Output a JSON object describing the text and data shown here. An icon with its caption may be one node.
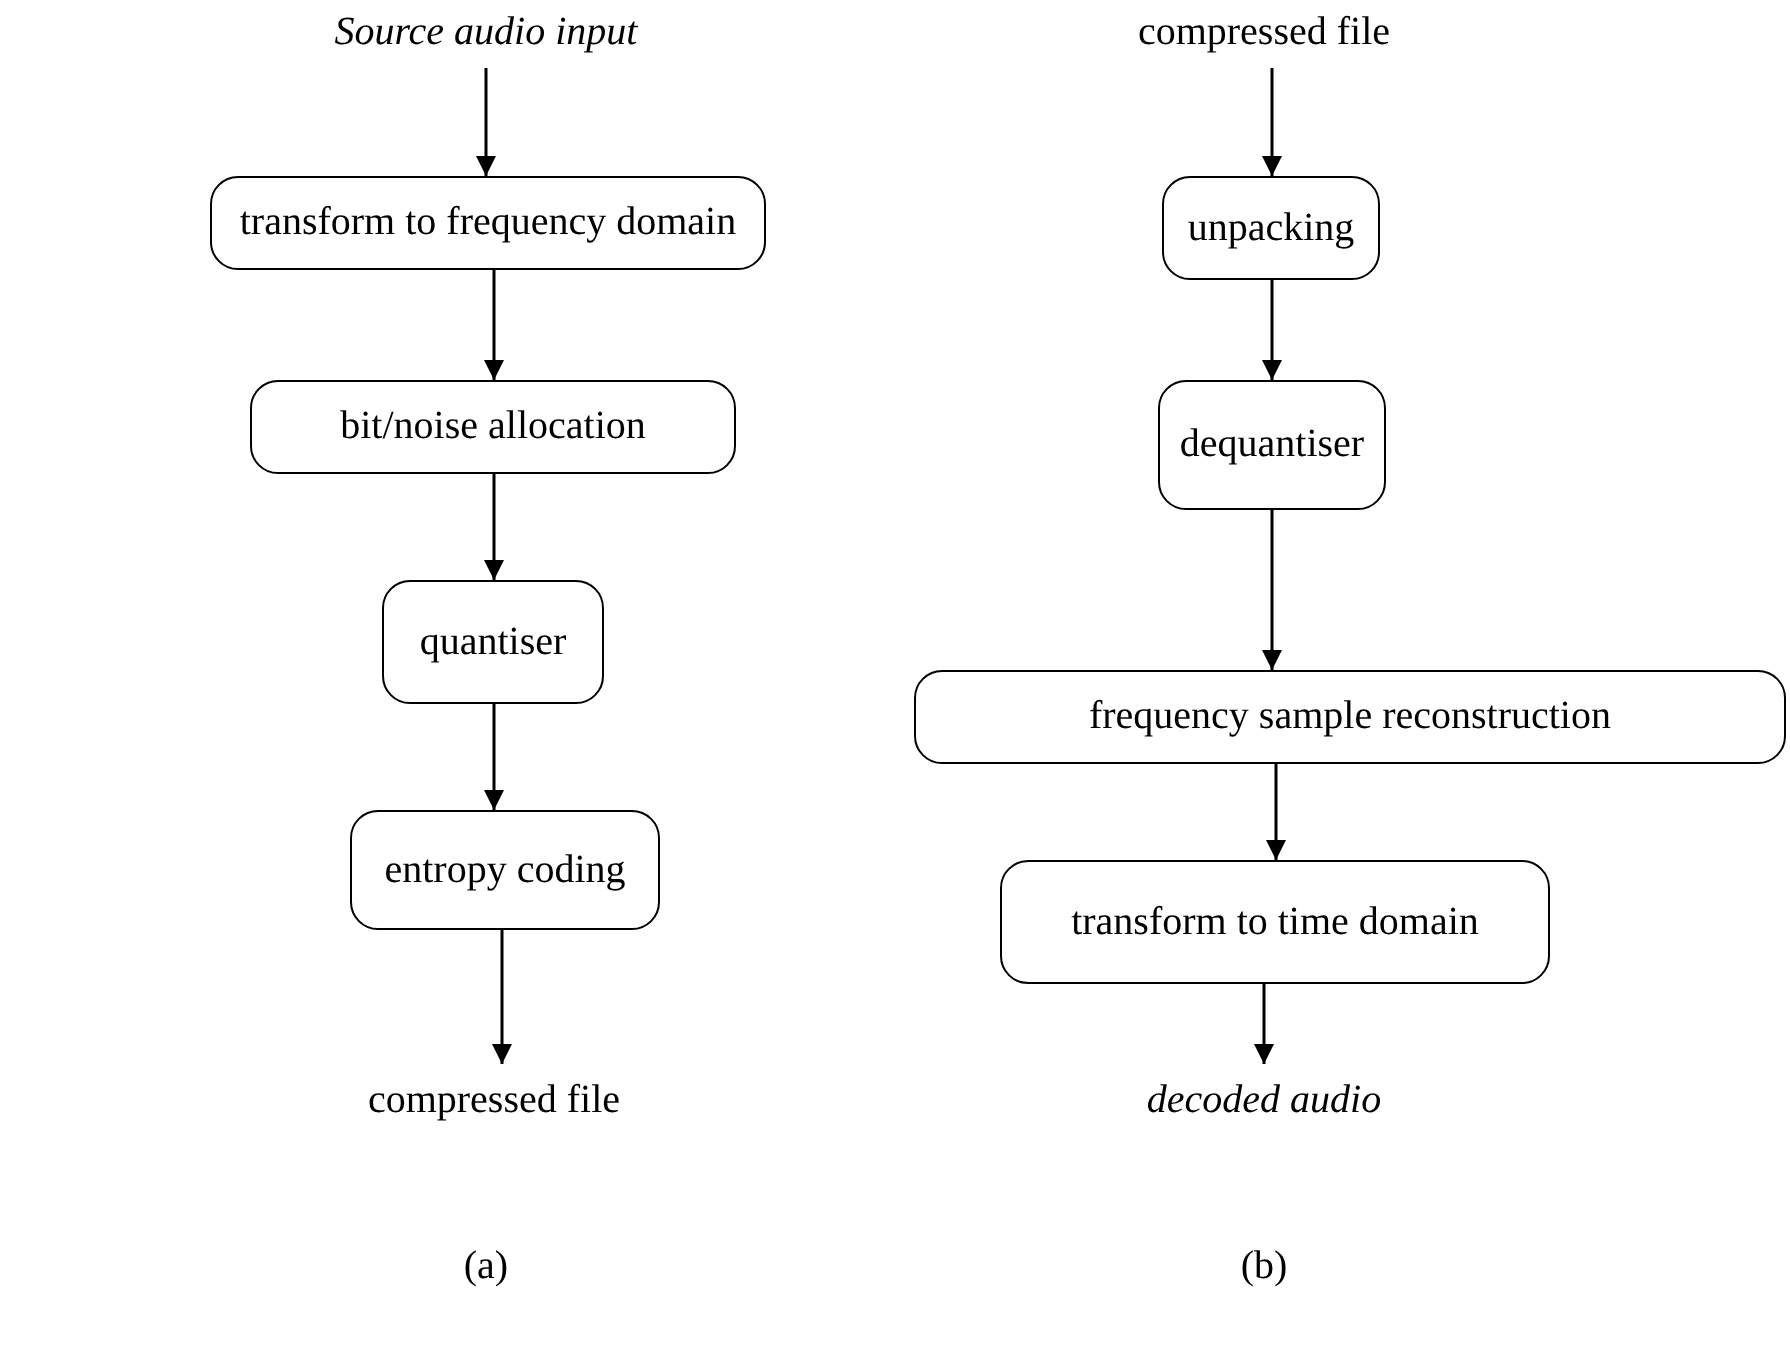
{
  "diagram": {
    "nodes": [
      {
        "text": [
          "Source audio input"
        ]
      },
      {
        "text": [
          "transform to frequency domain"
        ]
      },
      {
        "text": [
          "bit/noise allocation"
        ]
      },
      {
        "text": [
          "quantiser"
        ]
      },
      {
        "text": [
          "entropy coding"
        ]
      },
      {
        "text": [
          "compressed file"
        ]
      },
      {
        "text": [
          "compressed file"
        ]
      },
      {
        "text": [
          "unpacking"
        ]
      },
      {
        "text": [
          "dequantiser"
        ]
      },
      {
        "text": [
          "frequency sample reconstruction"
        ]
      },
      {
        "text": [
          "transform to time domain"
        ]
      },
      {
        "text": [
          "decoded audio"
        ]
      }
    ],
    "edges": [
      {
        "from": 0,
        "to": 1,
        "arrow": "to"
      },
      {
        "from": 1,
        "to": 2,
        "arrow": "to"
      },
      {
        "from": 2,
        "to": 3,
        "arrow": "to"
      },
      {
        "from": 3,
        "to": 4,
        "arrow": "to"
      },
      {
        "from": 4,
        "to": 5,
        "arrow": "to"
      },
      {
        "from": 6,
        "to": 7,
        "arrow": "to"
      },
      {
        "from": 7,
        "to": 8,
        "arrow": "to"
      },
      {
        "from": 8,
        "to": 9,
        "arrow": "to"
      },
      {
        "from": 9,
        "to": 10,
        "arrow": "to"
      },
      {
        "from": 10,
        "to": 11,
        "arrow": "to"
      }
    ],
    "labels": [
      "(a)",
      "(b)"
    ]
  }
}
